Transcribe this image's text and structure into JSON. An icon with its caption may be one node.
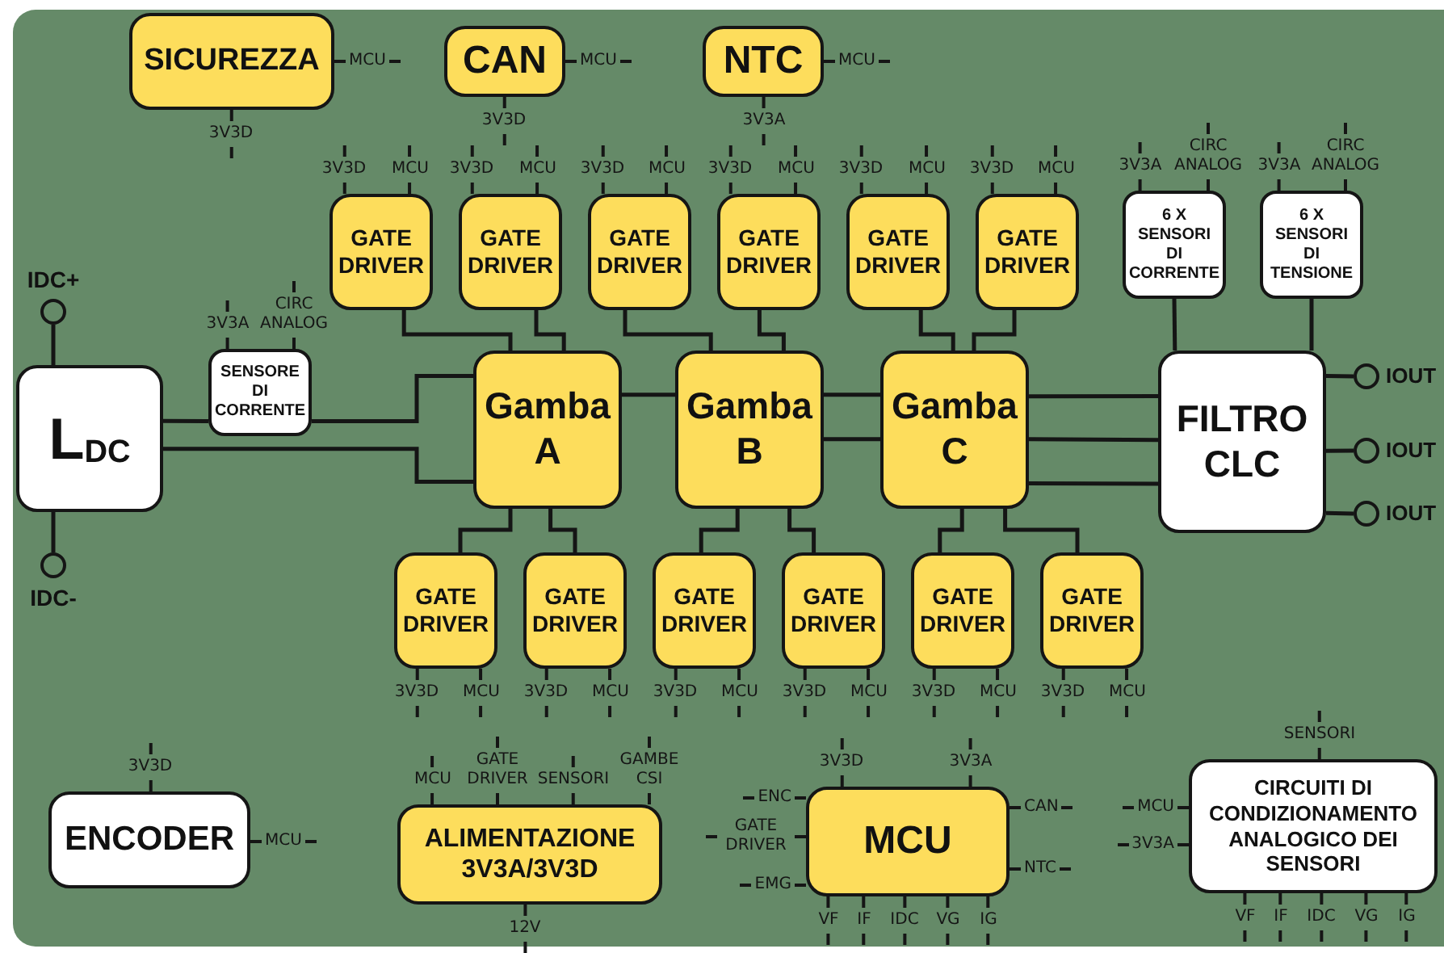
{
  "diagram": {
    "nodes": [
      {
        "text": [
          "SICUREZZA"
        ]
      },
      {
        "text": [
          "CAN"
        ]
      },
      {
        "text": [
          "NTC"
        ]
      },
      {
        "text": [
          "GATE DRIVER"
        ]
      },
      {
        "text": [
          "GATE DRIVER"
        ]
      },
      {
        "text": [
          "GATE DRIVER"
        ]
      },
      {
        "text": [
          "GATE DRIVER"
        ]
      },
      {
        "text": [
          "GATE DRIVER"
        ]
      },
      {
        "text": [
          "GATE DRIVER"
        ]
      },
      {
        "text": [
          "6 X SENSORI DI CORRENTE"
        ]
      },
      {
        "text": [
          "6 X SENSORI DI TENSIONE"
        ]
      },
      {
        "text": [
          "IDC+"
        ]
      },
      {
        "text": [
          "L$_{DC}$"
        ]
      },
      {
        "text": [
          "SENSORE DI CORRENTE"
        ]
      },
      {
        "text": [
          "Gamba A"
        ]
      },
      {
        "text": [
          "Gamba B"
        ]
      },
      {
        "text": [
          "Gamba C"
        ]
      },
      {
        "text": [
          "FILTRO CLC"
        ]
      },
      {
        "text": [
          "IOUT"
        ]
      },
      {
        "text": [
          "IOUT"
        ]
      },
      {
        "text": [
          "IOUT"
        ]
      },
      {
        "text": [
          "IDC-"
        ]
      },
      {
        "text": [
          "GATE DRIVER"
        ]
      },
      {
        "text": [
          "GATE DRIVER"
        ]
      },
      {
        "text": [
          "GATE DRIVER"
        ]
      },
      {
        "text": [
          "GATE DRIVER"
        ]
      },
      {
        "text": [
          "GATE DRIVER"
        ]
      },
      {
        "text": [
          "GATE DRIVER"
        ]
      },
      {
        "text": [
          "ENCODER"
        ]
      },
      {
        "text": [
          "ALIMENTAZIONE 3V3A/3V3D"
        ]
      },
      {
        "text": [
          "MCU"
        ]
      },
      {
        "text": [
          "CIRCUITI DI CONDIZIONAMENTO ANALOGICO DEI SENSORI"
        ]
      }
    ],
    "edges": [
      {
        "from": 11,
        "to": 12,
        "arrow": "none"
      },
      {
        "from": 12,
        "to": 21,
        "arrow": "none"
      },
      {
        "from": 12,
        "to": 13,
        "arrow": "none"
      },
      {
        "from": 13,
        "to": 14,
        "arrow": "none"
      },
      {
        "from": 12,
        "to": 14,
        "arrow": "none"
      },
      {
        "from": 14,
        "to": 15,
        "arrow": "none"
      },
      {
        "from": 15,
        "to": 16,
        "arrow": "none"
      },
      {
        "from": 15,
        "to": 16,
        "arrow": "none"
      },
      {
        "from": 16,
        "to": 17,
        "arrow": "none"
      },
      {
        "from": 16,
        "to": 17,
        "arrow": "none"
      },
      {
        "from": 16,
        "to": 17,
        "arrow": "none"
      },
      {
        "from": 17,
        "to": 18,
        "arrow": "none"
      },
      {
        "from": 17,
        "to": 19,
        "arrow": "none"
      },
      {
        "from": 17,
        "to": 20,
        "arrow": "none"
      },
      {
        "from": 9,
        "to": 17,
        "arrow": "none"
      },
      {
        "from": 10,
        "to": 17,
        "arrow": "none"
      },
      {
        "from": 3,
        "to": 14,
        "arrow": "none"
      },
      {
        "from": 4,
        "to": 14,
        "arrow": "none"
      },
      {
        "from": 5,
        "to": 15,
        "arrow": "none"
      },
      {
        "from": 6,
        "to": 15,
        "arrow": "none"
      },
      {
        "from": 7,
        "to": 16,
        "arrow": "none"
      },
      {
        "from": 8,
        "to": 16,
        "arrow": "none"
      },
      {
        "from": 14,
        "to": 22,
        "arrow": "none"
      },
      {
        "from": 14,
        "to": 23,
        "arrow": "none"
      },
      {
        "from": 15,
        "to": 24,
        "arrow": "none"
      },
      {
        "from": 15,
        "to": 25,
        "arrow": "none"
      },
      {
        "from": 16,
        "to": 26,
        "arrow": "none"
      },
      {
        "from": 16,
        "to": 27,
        "arrow": "none"
      }
    ],
    "labels": [
      "MCU",
      "MCU",
      "MCU",
      "3V3D",
      "3V3A",
      "3V3D",
      "CIRC ANALOG",
      "CIRC ANALOG",
      "3V3D",
      "MCU",
      "3V3D",
      "MCU",
      "3V3D",
      "MCU",
      "3V3D",
      "MCU",
      "3V3D",
      "MCU",
      "3V3D",
      "MCU",
      "3V3A",
      "3V3A",
      "CIRC ANALOG",
      "3V3A",
      "3V3D",
      "MCU",
      "3V3D",
      "MCU",
      "3V3D",
      "MCU",
      "3V3D",
      "MCU",
      "3V3D",
      "MCU",
      "3V3D",
      "MCU",
      "SENSORI",
      "3V3D",
      "MCU",
      "GATE DRIVER",
      "SENSORI",
      "GAMBE CSI",
      "3V3D",
      "3V3A",
      "ENC",
      "CAN",
      "MCU",
      "GATE DRIVER",
      "MCU",
      "3V3A",
      "NTC",
      "EMG",
      "VF",
      "IF",
      "IDC",
      "VG",
      "IG",
      "VF",
      "IF",
      "IDC",
      "VG",
      "IG",
      "12V"
    ]
  }
}
